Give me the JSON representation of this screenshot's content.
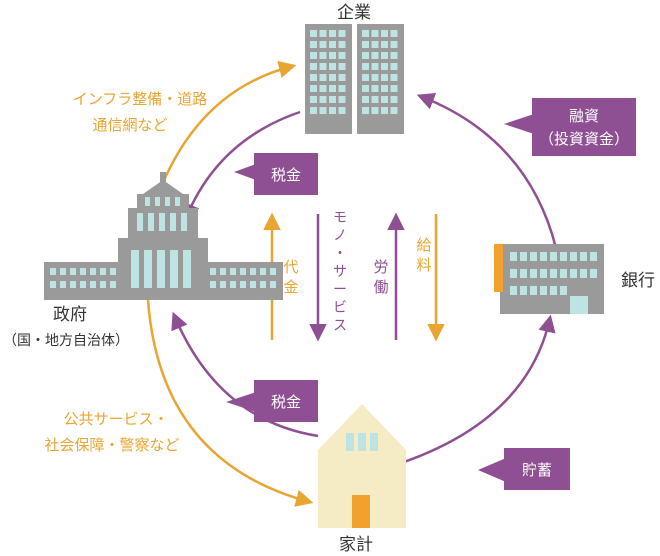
{
  "colors": {
    "orange": "#E9A532",
    "purple": "#8E4F93",
    "gray": "#9A9A9A",
    "bank_accent": "#F2A12F",
    "house_wall": "#F5EBC4",
    "window": "#BDE3E2",
    "door": "#F2A12F",
    "text": "#333333"
  },
  "nodes": {
    "company": "企業",
    "government": "政府",
    "government_sub": "（国・地方自治体）",
    "bank": "銀行",
    "household": "家計"
  },
  "labels": {
    "infra_line1": "インフラ整備・道路",
    "infra_line2": "通信網など",
    "public_line1": "公共サービス・",
    "public_line2": "社会保障・警察など",
    "tax_company": "税金",
    "tax_household": "税金",
    "loan_line1": "融資",
    "loan_line2": "（投資資金）",
    "savings": "貯蓄",
    "payment": [
      "代",
      "金"
    ],
    "goods": [
      "モ",
      "ノ",
      "・",
      "サ",
      "ー",
      "ビ",
      "ス"
    ],
    "labor": [
      "労",
      "働"
    ],
    "salary": [
      "給",
      "料"
    ]
  }
}
